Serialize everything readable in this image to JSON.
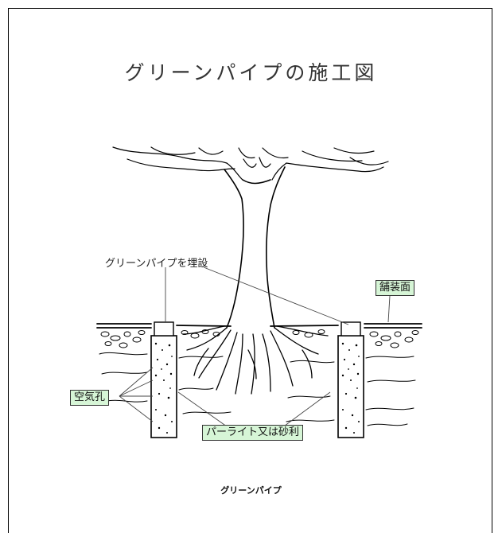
{
  "title": "グリーンパイプの施工図",
  "labels": {
    "pipe_buried": "グリーンパイプを埋設",
    "pavement": "舗装面",
    "air_holes": "空気孔",
    "perlite": "パーライト又は砂利"
  },
  "caption": "グリーンパイプ",
  "colors": {
    "tag_fill": "#d6f5d6",
    "ink": "#000000"
  }
}
